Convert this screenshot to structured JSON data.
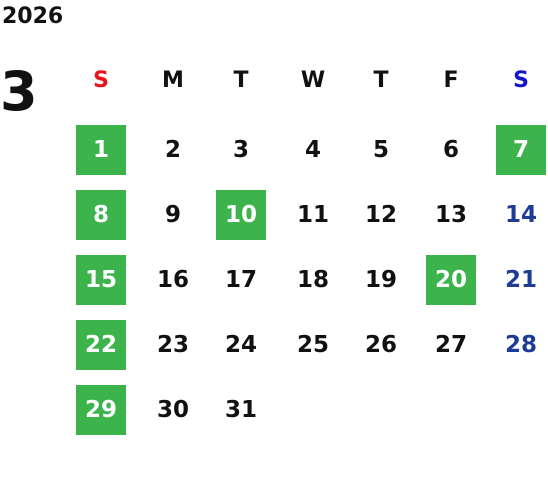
{
  "calendar": {
    "year": "2026",
    "month": "3",
    "weekdays": [
      "S",
      "M",
      "T",
      "W",
      "T",
      "F",
      "S"
    ],
    "weeks": [
      [
        "1",
        "2",
        "3",
        "4",
        "5",
        "6",
        "7"
      ],
      [
        "8",
        "9",
        "10",
        "11",
        "12",
        "13",
        "14"
      ],
      [
        "15",
        "16",
        "17",
        "18",
        "19",
        "20",
        "21"
      ],
      [
        "22",
        "23",
        "24",
        "25",
        "26",
        "27",
        "28"
      ],
      [
        "29",
        "30",
        "31",
        "",
        "",
        "",
        ""
      ]
    ],
    "highlighted_days": [
      "1",
      "7",
      "8",
      "10",
      "15",
      "20",
      "22",
      "29"
    ]
  },
  "colors": {
    "highlight": "#3cb44b",
    "sunday_header": "#e8141c",
    "saturday_header": "#1414c8",
    "saturday_text": "#1e3c96",
    "text": "#111111"
  }
}
